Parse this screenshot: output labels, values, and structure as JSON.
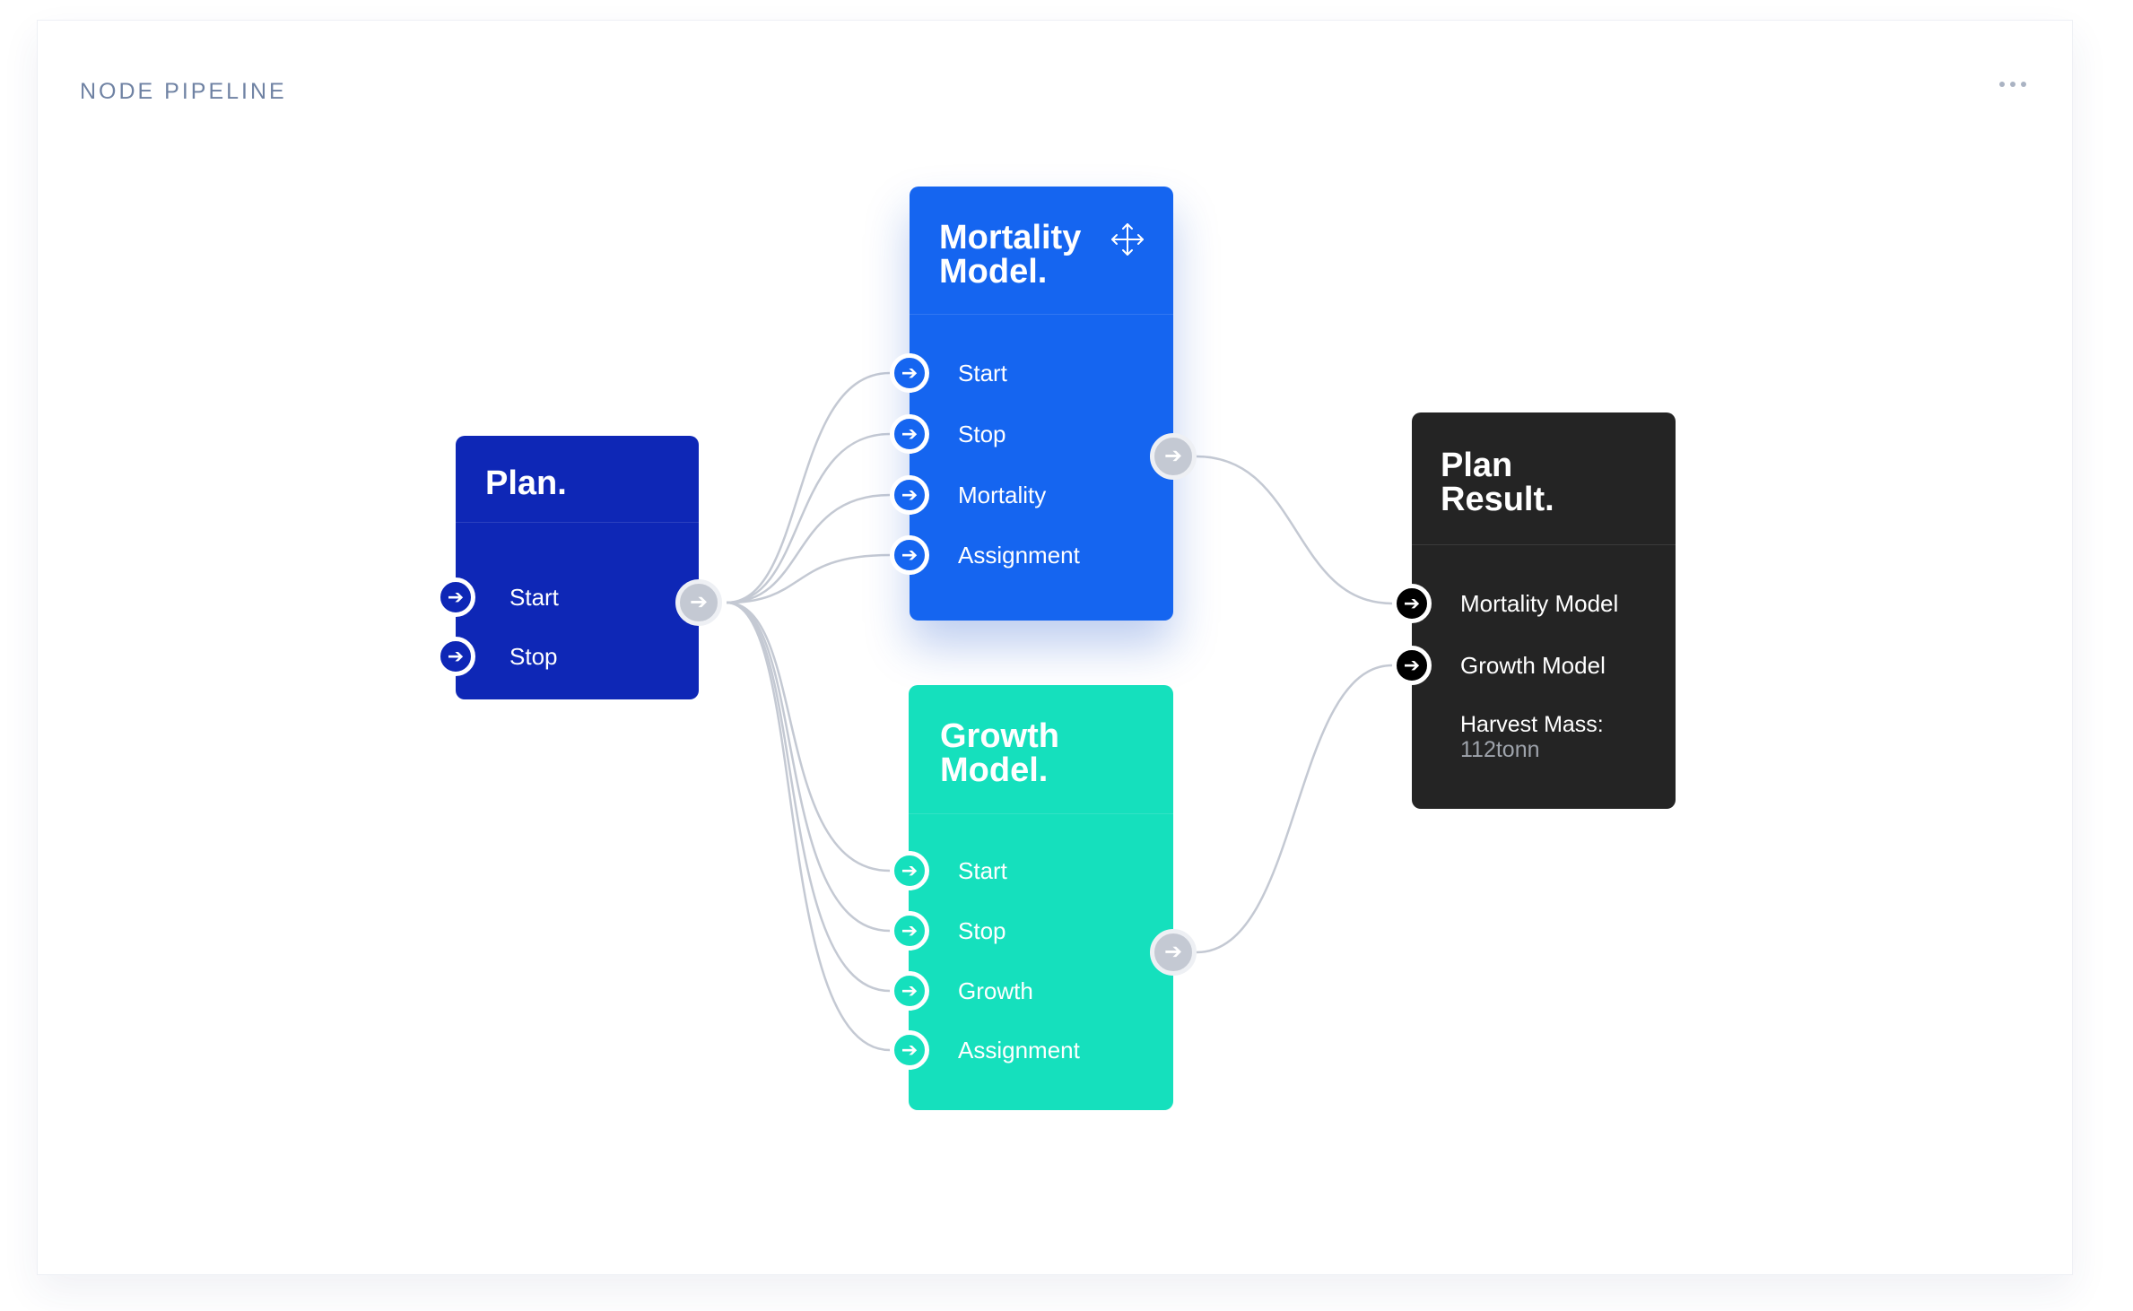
{
  "panel": {
    "title": "NODE PIPELINE",
    "menu_icon": "more-horizontal-icon"
  },
  "colors": {
    "plan": "#0e27b6",
    "mortality": "#1565f0",
    "growth": "#15e0bd",
    "result": "#242424",
    "wire": "#c4c9d3",
    "panel_title": "#6f82a3"
  },
  "nodes": {
    "plan": {
      "title_line1": "Plan.",
      "inputs": [
        "Start",
        "Stop"
      ]
    },
    "mortality": {
      "title_line1": "Mortality",
      "title_line2": "Model.",
      "inputs": [
        "Start",
        "Stop",
        "Mortality",
        "Assignment"
      ],
      "move_icon": "move-icon"
    },
    "growth": {
      "title_line1": "Growth",
      "title_line2": "Model.",
      "inputs": [
        "Start",
        "Stop",
        "Growth",
        "Assignment"
      ]
    },
    "result": {
      "title_line1": "Plan",
      "title_line2": "Result.",
      "inputs": [
        "Mortality Model",
        "Growth Model"
      ],
      "harvest_label": "Harvest Mass:",
      "harvest_value": "112tonn"
    }
  },
  "port_icon": "arrow-right-icon",
  "port_glyph": "➔"
}
